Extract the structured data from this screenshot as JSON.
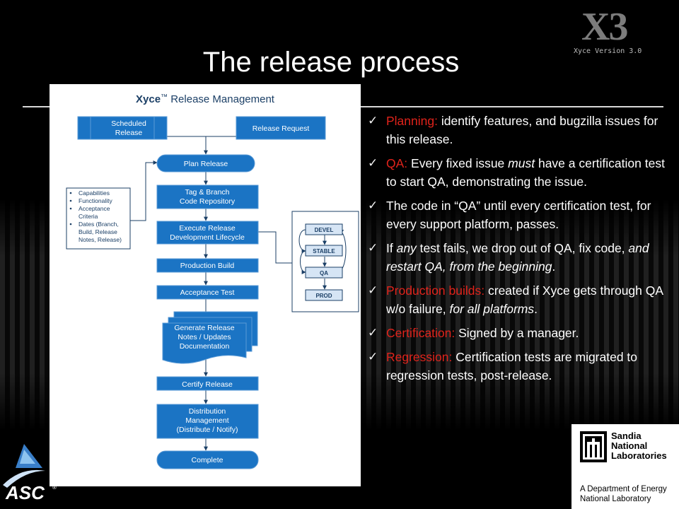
{
  "slide": {
    "title": "The release process",
    "x3_mark": "X3",
    "x3_subtitle": "Xyce Version 3.0"
  },
  "bullets": [
    {
      "red": "Planning:",
      "parts": [
        {
          "t": "  identify features, and bugzilla issues for this release."
        }
      ]
    },
    {
      "red": "QA:",
      "parts": [
        {
          "t": " Every fixed issue "
        },
        {
          "t": "must",
          "i": true
        },
        {
          "t": " have a certification test to start QA, demonstrating the issue."
        }
      ]
    },
    {
      "red": "",
      "parts": [
        {
          "t": "The code in “QA” until every certification test, for every support platform, passes."
        }
      ]
    },
    {
      "red": "",
      "parts": [
        {
          "t": "If "
        },
        {
          "t": "any",
          "i": true
        },
        {
          "t": " test fails, we drop out of QA, fix code, "
        },
        {
          "t": "and restart QA, from the beginning",
          "i": true
        },
        {
          "t": "."
        }
      ]
    },
    {
      "red": "Production builds:",
      "parts": [
        {
          "t": " created if Xyce gets through QA w/o failure, "
        },
        {
          "t": "for all platforms",
          "i": true
        },
        {
          "t": "."
        }
      ]
    },
    {
      "red": "Certification:",
      "parts": [
        {
          "t": "  Signed by a manager."
        }
      ]
    },
    {
      "red": "Regression:",
      "parts": [
        {
          "t": "  Certification tests are migrated to regression tests, post-release."
        }
      ]
    }
  ],
  "diagram": {
    "title_brand": "Xyce",
    "title_tm": "™",
    "title_rest": " Release Management",
    "scheduled_release": [
      "Scheduled",
      "Release"
    ],
    "release_request": "Release Request",
    "plan_release": "Plan Release",
    "tag_branch": [
      "Tag & Branch",
      "Code Repository"
    ],
    "execute": [
      "Execute Release",
      "Development Lifecycle"
    ],
    "production_build": "Production Build",
    "acceptance_test": "Acceptance Test",
    "generate_docs": [
      "Generate Release",
      "Notes / Updates",
      "Documentation"
    ],
    "certify": "Certify Release",
    "distribution": [
      "Distribution",
      "Management",
      "(Distribute / Notify)"
    ],
    "complete": "Complete",
    "plan_notes": [
      "Capabilities",
      "Functionality",
      "Acceptance",
      "Criteria",
      "Dates (Branch,",
      "Build, Release",
      "Notes, Release)"
    ],
    "stages": [
      "DEVEL",
      "STABLE",
      "QA",
      "PROD"
    ]
  },
  "sandia": {
    "name": [
      "Sandia",
      "National",
      "Laboratories"
    ],
    "dept": [
      "A Department of Energy",
      "National Laboratory"
    ]
  },
  "asc": {
    "label": "ASC",
    "reg": "®"
  },
  "colors": {
    "accent_red": "#e0231b",
    "box_blue": "#1b74c4",
    "diagram_navy": "#1b3f66"
  }
}
